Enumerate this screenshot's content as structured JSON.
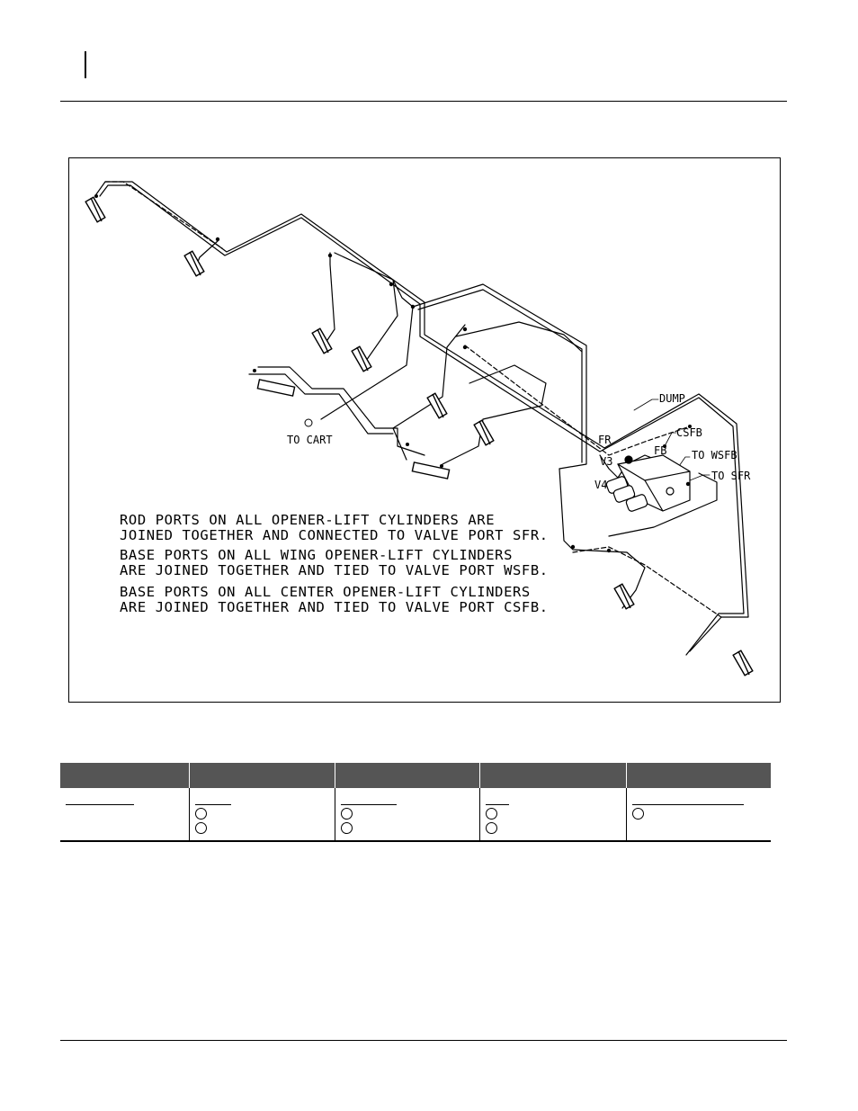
{
  "figure": {
    "labels": {
      "dump": "DUMP",
      "csfb": "CSFB",
      "to_wsfb": "TO WSFB",
      "to_sfr": "TO SFR",
      "fr": "FR",
      "fb": "FB",
      "v3": "V3",
      "v4": "V4",
      "to_cart": "TO CART"
    },
    "notes": [
      "ROD PORTS ON ALL OPENER-LIFT CYLINDERS ARE\nJOINED TOGETHER AND CONNECTED TO VALVE PORT SFR.",
      "BASE PORTS ON ALL WING OPENER-LIFT CYLINDERS\nARE JOINED TOGETHER AND TIED TO VALVE PORT WSFB.",
      "BASE PORTS ON ALL CENTER OPENER-LIFT CYLINDERS\nARE JOINED TOGETHER AND TIED TO VALVE PORT CSFB."
    ]
  }
}
